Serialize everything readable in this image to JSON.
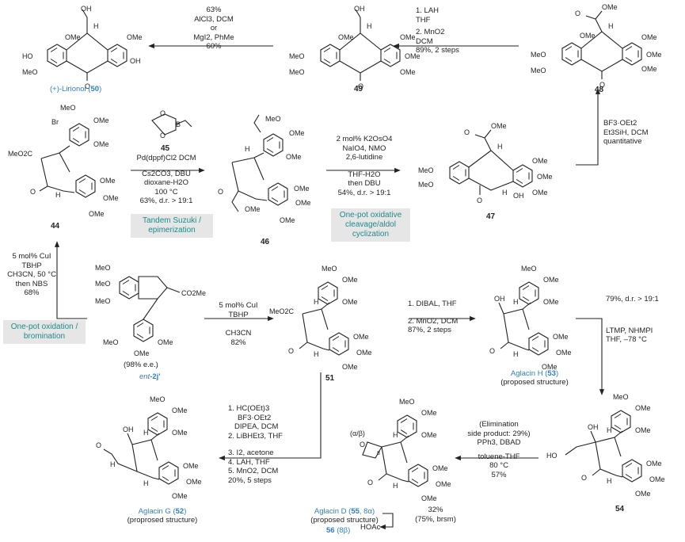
{
  "compounds": {
    "c50": {
      "label": "(+)-Lirionol (",
      "num": "50",
      "close": ")"
    },
    "c49": {
      "num": "49"
    },
    "c48": {
      "num": "48"
    },
    "c44": {
      "num": "44"
    },
    "c45": {
      "num": "45"
    },
    "c46": {
      "num": "46"
    },
    "c47": {
      "num": "47"
    },
    "c2j": {
      "ee": "(98% e.e.)",
      "pre": "ent",
      "num": "-2j'"
    },
    "c51": {
      "num": "51"
    },
    "c53": {
      "label": "Aglacin H (",
      "num": "53",
      "close": ")",
      "sub": "(proposed structure)"
    },
    "c54": {
      "num": "54"
    },
    "c52": {
      "label": "Aglacin G (",
      "num": "52",
      "close": ")",
      "sub": "(proprosed structure)"
    },
    "c55": {
      "label": "Aglacin D (",
      "num": "55",
      "close": ", 8α)",
      "sub": "(proposed structure)"
    },
    "c56": {
      "num": "56",
      "tail": " (8β)"
    }
  },
  "steps": {
    "s49_50": [
      "63%",
      "AlCl3, DCM",
      "or",
      "MgI2, PhMe",
      "60%"
    ],
    "s48_49": [
      "1. LAH",
      "THF",
      "2. MnO2",
      "DCM",
      "89%, 2 steps"
    ],
    "s47_48": [
      "BF3·OEt2",
      "Et3SiH, DCM",
      "quantitative"
    ],
    "s44_46": [
      "Pd(dppf)Cl2 DCM",
      "Cs2CO3, DBU",
      "dioxane-H2O",
      "100 °C",
      "63%, d.r. > 19:1"
    ],
    "s46_47": [
      "2 mol% K2OsO4",
      "NaIO4, NMO",
      "2,6-lutidine",
      "THF-H2O",
      "then DBU",
      "54%, d.r. > 19:1"
    ],
    "s2j_44": [
      "5 mol% CuI",
      "TBHP",
      "CH3CN, 50 °C",
      "then NBS",
      "68%"
    ],
    "s2j_51": [
      "5 mol% CuI",
      "TBHP",
      "CH3CN",
      "82%"
    ],
    "s51_53": [
      "1. DIBAL, THF",
      "2. MnO2, DCM",
      "87%, 2 steps"
    ],
    "s53_54": [
      "79%, d.r. > 19:1",
      "LTMP, NHMPI",
      "THF, –78 °C"
    ],
    "s54_55": [
      "(Elimination",
      "side product: 29%)",
      "PPh3, DBAD",
      "toluene-THF",
      "80 °C",
      "57%"
    ],
    "s51_52": [
      "1. HC(OEt)3",
      "BF3·OEt2",
      "DIPEA, DCM",
      "2. LiBHEt3, THF",
      "3. I2, acetone",
      "4. LAH, THF",
      "5. MnO2, DCM",
      "20%, 5 steps"
    ],
    "s55_56": [
      "HOAc",
      "32%",
      "(75%, brsm)"
    ]
  },
  "notes": {
    "tandem": [
      "Tandem Suzuki /",
      "epimerization"
    ],
    "oxidative": [
      "One-pot oxidative",
      "cleavage/aldol",
      "cyclization"
    ],
    "bromination": [
      "One-pot oxidation /",
      "bromination"
    ]
  },
  "atoms": {
    "OMe": "OMe",
    "MeO": "MeO",
    "OH": "OH",
    "HO": "HO",
    "H": "H",
    "O": "O",
    "Br": "Br",
    "MeO2C": "MeO2C",
    "CO2Me": "CO2Me",
    "B": "B",
    "ab": "(α/β)",
    "eight": "8"
  },
  "colors": {
    "compound_number": "#2f7fc1",
    "note_text": "#1f8a8a",
    "note_bg": "#e6e6e6",
    "ink": "#222222"
  }
}
